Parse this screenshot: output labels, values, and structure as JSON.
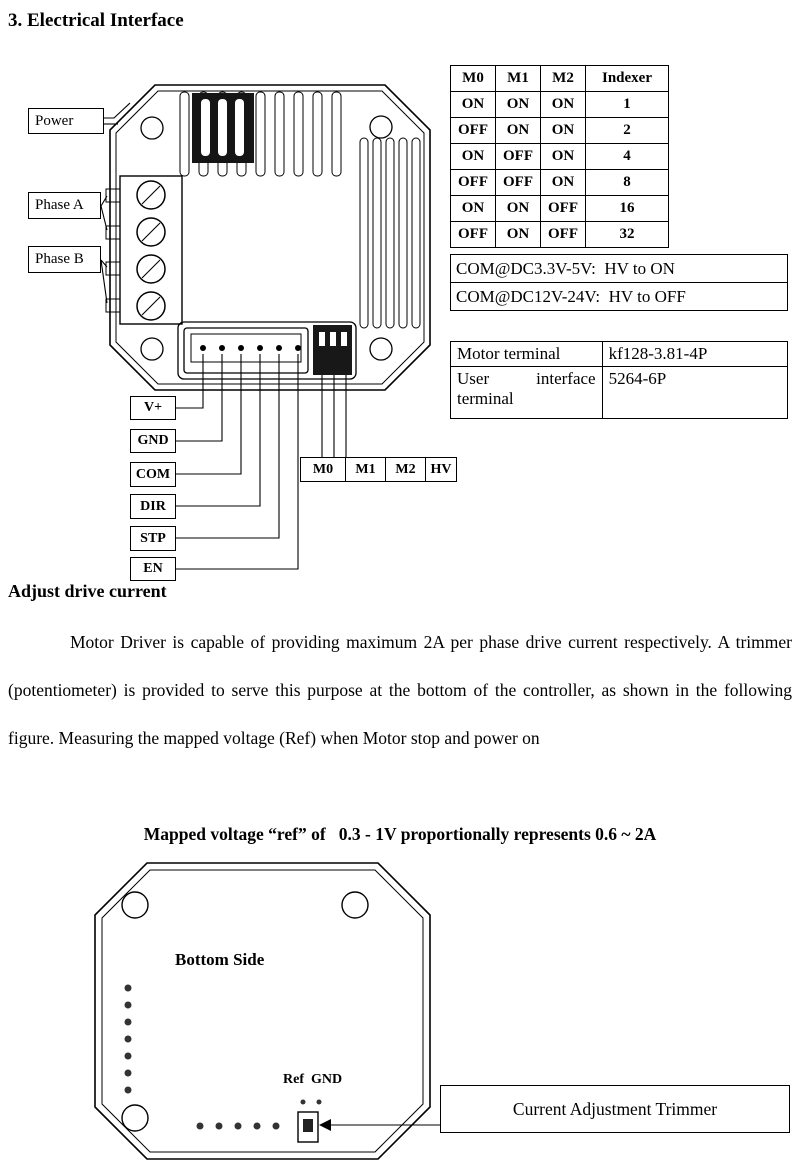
{
  "page": {
    "title": "3. Electrical Interface",
    "subheading": "Adjust drive current",
    "body_paragraph": "Motor Driver is capable of providing maximum 2A per phase drive current respectively. A trimmer (potentiometer) is provided to serve this purpose at the bottom of the controller, as shown in the following figure. Measuring the mapped voltage (Ref) when Motor stop and power on",
    "mapped_voltage_line": "Mapped voltage “ref” of   0.3 - 1V proportionally represents 0.6 ~ 2A"
  },
  "indexer_table": {
    "headers": [
      "M0",
      "M1",
      "M2",
      "Indexer"
    ],
    "rows": [
      [
        "ON",
        "ON",
        "ON",
        "1"
      ],
      [
        "OFF",
        "ON",
        "ON",
        "2"
      ],
      [
        "ON",
        "OFF",
        "ON",
        "4"
      ],
      [
        "OFF",
        "OFF",
        "ON",
        "8"
      ],
      [
        "ON",
        "ON",
        "OFF",
        "16"
      ],
      [
        "OFF",
        "ON",
        "OFF",
        "32"
      ]
    ]
  },
  "com_notes": {
    "rows": [
      "COM@DC3.3V-5V:  HV to ON",
      "COM@DC12V-24V:  HV to OFF"
    ]
  },
  "terminal_table": {
    "rows": [
      {
        "label": "Motor terminal",
        "value": "kf128-3.81-4P"
      },
      {
        "label": "User interface terminal",
        "value": "5264-6P"
      }
    ]
  },
  "driver_diagram": {
    "power_label": "Power",
    "phase_a_label": "Phase A",
    "phase_b_label": "Phase B",
    "pin_labels": [
      "V+",
      "GND",
      "COM",
      "DIR",
      "STP",
      "EN"
    ],
    "mode_labels": [
      "M0",
      "M1",
      "M2",
      "HV"
    ]
  },
  "bottom_diagram": {
    "board_label": "Bottom Side",
    "pad_labels": "Ref  GND",
    "trimmer_label": "Current Adjustment Trimmer"
  }
}
